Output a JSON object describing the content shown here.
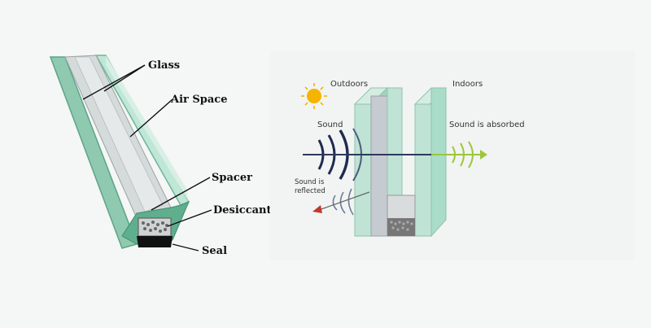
{
  "left_diagram": {
    "labels": {
      "glass": "Glass",
      "air_space": "Air Space",
      "spacer": "Spacer",
      "desiccant": "Desiccant",
      "seal": "Seal"
    }
  },
  "right_diagram": {
    "labels": {
      "outdoors": "Outdoors",
      "indoors": "Indoors",
      "sound": "Sound",
      "sound_absorbed": "Sound is absorbed",
      "sound_reflected_line1": "Sound is",
      "sound_reflected_line2": "reflected"
    }
  },
  "colors": {
    "glass_face": "#a9dcc9",
    "glass_edge": "#6fb69a",
    "glass_dark": "#3f8f6f",
    "spacer": "#c9cccc",
    "seal": "#111111",
    "sun": "#f5b400",
    "sound_wave": "#1e2b4f",
    "absorbed_wave": "#9bc63b",
    "reflected_arrow": "#c0392b"
  }
}
